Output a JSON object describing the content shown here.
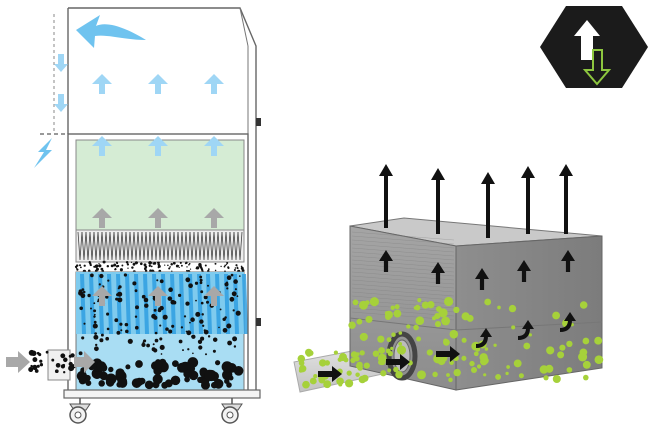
{
  "figure": {
    "left_unit": {
      "name": "filtration-cabinet",
      "stages": [
        "exhaust-plenum",
        "green-filter",
        "pleated-prefilter",
        "blue-wet-chamber"
      ],
      "colors": {
        "cabinet_outline": "#555555",
        "exhaust_arrow": "#6fc3ef",
        "up_arrow": "#9fd6f5",
        "green_filter": "#d5ecd4",
        "blue_chamber": "#9fd9f2",
        "blue_stripe": "#2f9fe0",
        "gray_arrow": "#a8a8a8",
        "particle": "#111111"
      }
    },
    "right_unit": {
      "name": "gray-box-filter",
      "colors": {
        "box_front": "#9a9a9a",
        "box_side": "#8a8a8a",
        "box_top": "#c9c9c9",
        "duct": "#d6d6d6",
        "particle": "#a6d13a",
        "arrow": "#111111"
      }
    },
    "badge": {
      "icon": "up-down-arrows-icon",
      "colors": {
        "hexagon": "#1b1b1b",
        "up_arrow": "#ffffff",
        "down_arrow": "#8dc63f"
      }
    }
  }
}
